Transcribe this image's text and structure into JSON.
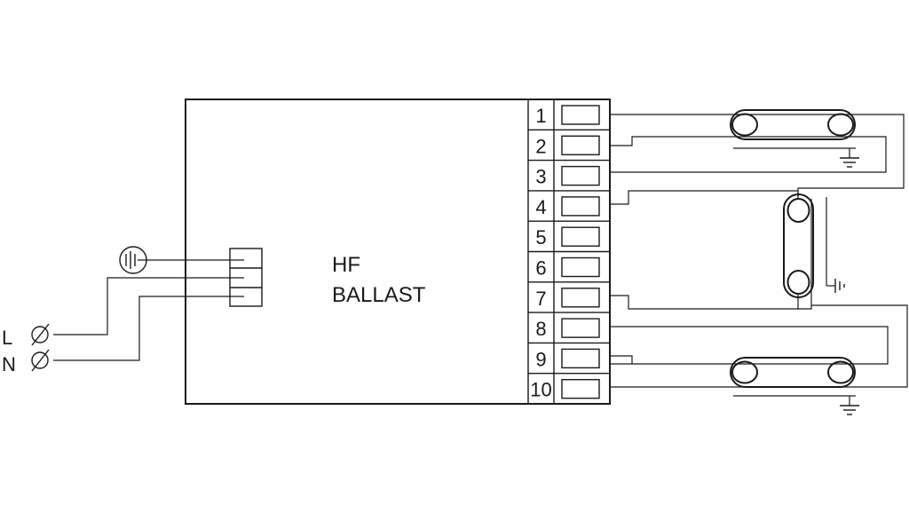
{
  "ballast": {
    "line1": "HF",
    "line2": "BALLAST"
  },
  "terminals": [
    "1",
    "2",
    "3",
    "4",
    "5",
    "6",
    "7",
    "8",
    "9",
    "10"
  ],
  "inputs": {
    "live": "L",
    "neutral": "N"
  },
  "icons": [
    "earth-terminal-icon",
    "ground-icon",
    "lamp-icon",
    "connector-icon"
  ]
}
